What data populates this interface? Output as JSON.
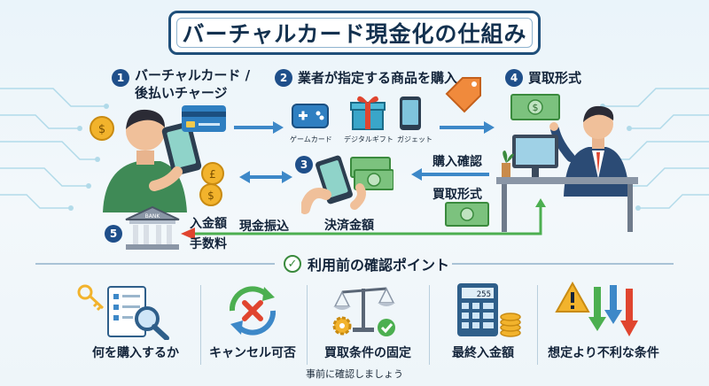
{
  "title": "バーチャルカード現金化の仕組み",
  "steps": [
    {
      "num": "1",
      "line1": "バーチャルカード /",
      "line2": "後払いチャージ"
    },
    {
      "num": "2",
      "text": "業者が指定する商品を購入"
    },
    {
      "num": "3",
      "text": "決済金額"
    },
    {
      "num": "4",
      "text": "買取形式"
    },
    {
      "num": "5",
      "line1": "入金額",
      "line2": "手数料"
    }
  ],
  "products": [
    "ゲームカード",
    "デジタルギフト",
    "ガジェット"
  ],
  "flow_labels": {
    "transfer": "現金振込",
    "purchase_confirm": "購入確認",
    "buyback_format": "買取形式"
  },
  "bank_sign": "BANK",
  "calculator_display": "255",
  "checkpoints_title": "利用前の確認ポイント",
  "checkpoints": [
    "何を購入するか",
    "キャンセル可否",
    "買取条件の固定",
    "最終入金額",
    "想定より不利な条件"
  ],
  "footer": "事前に確認しましょう",
  "colors": {
    "primary": "#1f4f8a",
    "flow_arrow": "#3d88c8",
    "return_arrow": "#4caf50",
    "red": "#e0452f",
    "green": "#3a8a3d"
  }
}
